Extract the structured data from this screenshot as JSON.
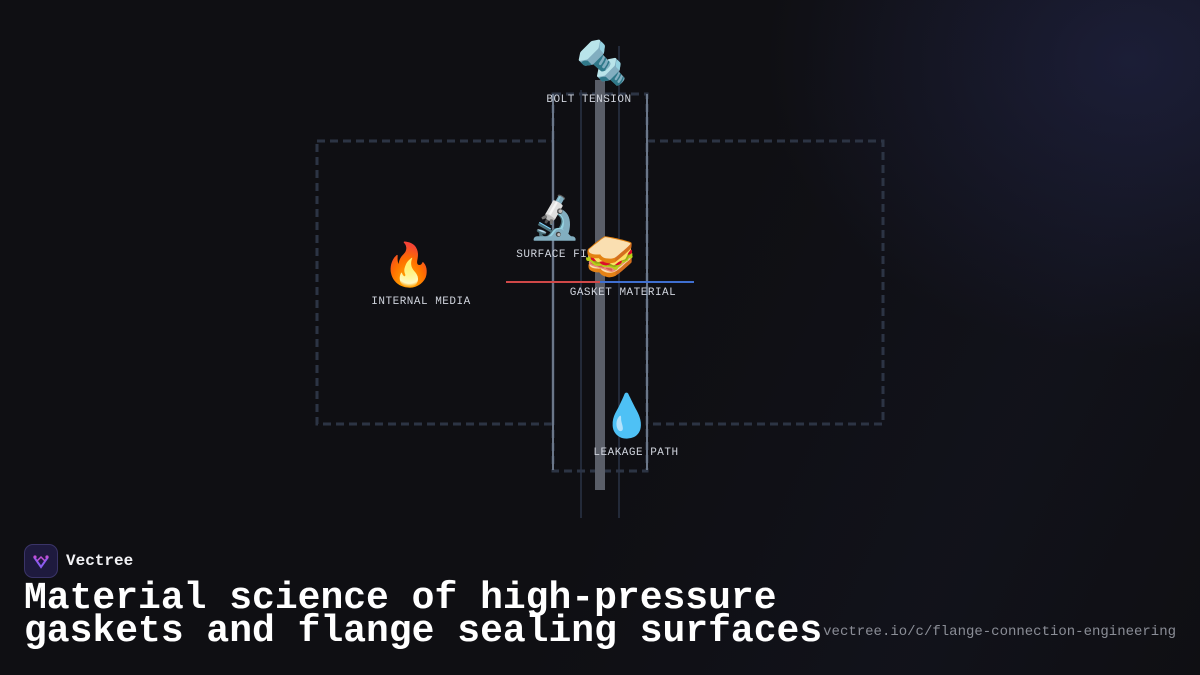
{
  "diagram": {
    "nodes": [
      {
        "id": "bolt",
        "icon": "🔩",
        "label": "BOLT TENSION"
      },
      {
        "id": "surface",
        "icon": "🔬",
        "label": "SURFACE FINISH"
      },
      {
        "id": "gasket",
        "icon": "🥪",
        "label": "GASKET MATERIAL"
      },
      {
        "id": "media",
        "icon": "🔥",
        "label": "INTERNAL MEDIA"
      },
      {
        "id": "leak",
        "icon": "💧",
        "label": "LEAKAGE PATH"
      }
    ],
    "colors": {
      "dash_outline": "#2c3444",
      "flange_outline": "#6b7789",
      "gasket_bar": "#5a5e68",
      "pressure_line": "#d04848",
      "seal_line": "#3f6fd0"
    }
  },
  "brand": {
    "name": "Vectree",
    "logo_icon": "vectree-logo-icon"
  },
  "title": {
    "line1": "Material science of high-pressure",
    "line2": "gaskets and flange sealing surfaces"
  },
  "url": "vectree.io/c/flange-connection-engineering"
}
